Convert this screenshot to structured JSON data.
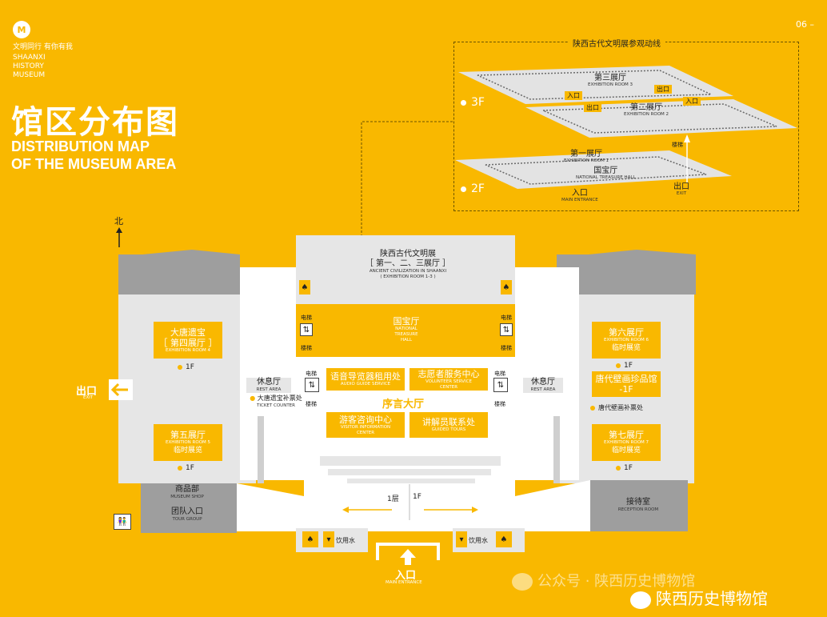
{
  "brand": {
    "logo_letter": "M",
    "slogan": "文明同行 有你有我",
    "line1": "SHAANXI",
    "line2": "HISTORY",
    "line3": "MUSEUM"
  },
  "page_number": "06 –",
  "title": {
    "cn": "馆区分布图",
    "en_line1": "DISTRIBUTION MAP",
    "en_line2": "OF THE MUSEUM AREA"
  },
  "north": "北",
  "inset": {
    "title": "陕西古代文明展参观动线",
    "floor_3f": "3F",
    "floor_2f": "2F",
    "room3_cn": "第三展厅",
    "room3_en": "EXHIBITION ROOM 3",
    "room2_cn": "第二展厅",
    "room2_en": "EXHIBITION ROOM 2",
    "room1_cn": "第一展厅",
    "room1_en": "EXHIBITION ROOM 1",
    "treasure_cn": "国宝厅",
    "treasure_en": "NATIONAL TREASURE HALL",
    "entrance_tag": "入口",
    "exit_tag": "出口",
    "stairs": "楼梯",
    "entrance_cn": "入口",
    "entrance_en": "MAIN ENTRANCE",
    "exit_cn": "出口",
    "exit_en": "EXIT"
  },
  "map": {
    "ancient": {
      "cn": "陕西古代文明展",
      "cn2": "［ 第一、二、三展厅 ］",
      "en1": "ANCIENT CIVILIZATION IN SHAANXI",
      "en2": "( EXHIBITION ROOM 1-3 )"
    },
    "treasure": {
      "cn": "国宝厅",
      "en1": "NATIONAL",
      "en2": "TREASURE",
      "en3": "HALL"
    },
    "elevator": "电梯",
    "stairs": "楼梯",
    "tang_treasure": {
      "cn": "大唐遗宝",
      "cn2": "［ 第四展厅 ］",
      "en": "EXHIBITION ROOM 4"
    },
    "floor_1f": "1F",
    "room5": {
      "cn": "第五展厅",
      "en": "EXHIBITION ROOM 5",
      "note": "临时展览"
    },
    "room6": {
      "cn": "第六展厅",
      "en": "EXHIBITION ROOM 6",
      "note": "临时展览"
    },
    "room7": {
      "cn": "第七展厅",
      "en": "EXHIBITION ROOM 7",
      "note": "临时展览"
    },
    "mural": {
      "cn": "唐代壁画珍品馆",
      "floor": "-1F",
      "ticket": "唐代壁画补票处"
    },
    "shop": {
      "cn": "商品部",
      "en": "MUSEUM SHOP"
    },
    "group": {
      "cn": "团队入口",
      "en": "TOUR GROUP"
    },
    "reception": {
      "cn": "接待室",
      "en": "RECEPTION ROOM"
    },
    "rest": {
      "cn": "休息厅",
      "en": "REST AREA"
    },
    "ticket": {
      "cn": "大唐遗宝补票处",
      "en": "TICKET COUNTER"
    },
    "audio": {
      "cn": "语音导览器租用处",
      "en": "AUDIO GUIDE SERVICE"
    },
    "volunteer": {
      "cn": "志愿者服务中心",
      "en1": "VOLUNTEER SERVICE",
      "en2": "CENTER"
    },
    "lobby": "序言大厅",
    "visitor": {
      "cn": "游客咨询中心",
      "en1": "VISITOR INFORMATION",
      "en2": "CENTER"
    },
    "guide": {
      "cn": "讲解员联系处",
      "en": "GUIDED TOURS"
    },
    "floor_1ceng": "1层",
    "exit": {
      "cn": "出口",
      "en": "EXIT"
    },
    "entrance": {
      "cn": "入口",
      "en": "MAIN ENTRANCE"
    },
    "water": "饮用水"
  },
  "watermark": {
    "faded": "公众号 · 陕西历史博物馆",
    "main": "陕西历史博物馆"
  },
  "colors": {
    "accent": "#F9B800",
    "gray": "#9E9E9E",
    "light": "#E6E6E6",
    "white": "#FFFFFF"
  }
}
